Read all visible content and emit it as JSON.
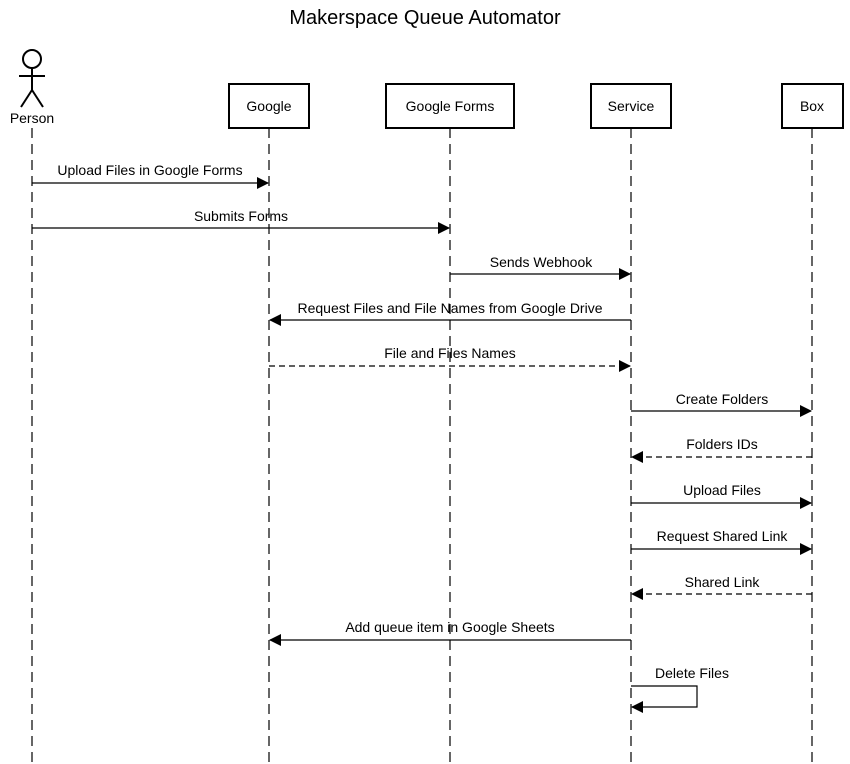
{
  "title": "Makerspace Queue Automator",
  "participants": [
    {
      "id": "person",
      "label": "Person",
      "kind": "actor"
    },
    {
      "id": "google",
      "label": "Google",
      "kind": "box"
    },
    {
      "id": "forms",
      "label": "Google Forms",
      "kind": "box"
    },
    {
      "id": "service",
      "label": "Service",
      "kind": "box"
    },
    {
      "id": "box",
      "label": "Box",
      "kind": "box"
    }
  ],
  "messages": [
    {
      "from": "person",
      "to": "google",
      "label": "Upload Files in Google Forms",
      "style": "solid"
    },
    {
      "from": "person",
      "to": "forms",
      "label": "Submits Forms",
      "style": "solid"
    },
    {
      "from": "forms",
      "to": "service",
      "label": "Sends Webhook",
      "style": "solid"
    },
    {
      "from": "service",
      "to": "google",
      "label": "Request Files and File Names from Google Drive",
      "style": "solid"
    },
    {
      "from": "google",
      "to": "service",
      "label": "File and Files Names",
      "style": "dashed"
    },
    {
      "from": "service",
      "to": "box",
      "label": "Create Folders",
      "style": "solid"
    },
    {
      "from": "box",
      "to": "service",
      "label": "Folders IDs",
      "style": "dashed"
    },
    {
      "from": "service",
      "to": "box",
      "label": "Upload Files",
      "style": "solid"
    },
    {
      "from": "service",
      "to": "box",
      "label": "Request Shared Link",
      "style": "solid"
    },
    {
      "from": "box",
      "to": "service",
      "label": "Shared Link",
      "style": "dashed"
    },
    {
      "from": "service",
      "to": "google",
      "label": "Add queue item in Google Sheets",
      "style": "solid"
    },
    {
      "from": "service",
      "to": "service",
      "label": "Delete Files",
      "style": "self"
    }
  ]
}
